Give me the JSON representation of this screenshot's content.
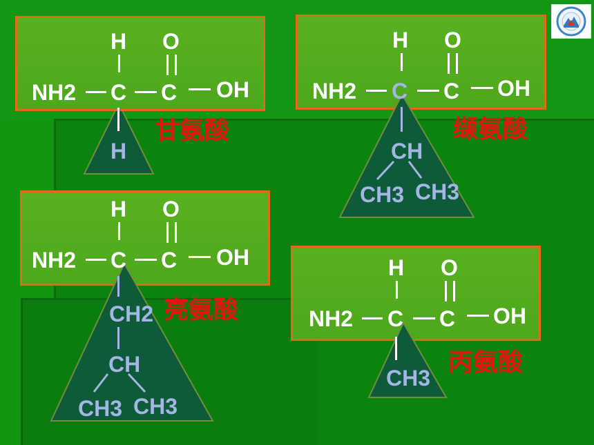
{
  "structure": {
    "nh2": "NH",
    "sub2": "2",
    "h": "H",
    "o": "O",
    "c": "C",
    "oh": "OH",
    "ch": "CH",
    "ch2": "CH",
    "ch3": "CH",
    "sub3": "3"
  },
  "amino_acids": {
    "glycine": {
      "name": "甘氨酸",
      "r_group": "H"
    },
    "valine": {
      "name": "缬氨酸"
    },
    "leucine": {
      "name": "亮氨酸"
    },
    "alanine": {
      "name": "丙氨酸"
    }
  },
  "colors": {
    "background": "#129612",
    "box_fill": "#52ac1e",
    "box_border": "#e56a18",
    "triangle_fill": "#0e5b3a",
    "r_group_text": "#a4b6e4",
    "name_text": "#e3160e"
  },
  "logo": {
    "icon": "school-emblem-icon"
  }
}
